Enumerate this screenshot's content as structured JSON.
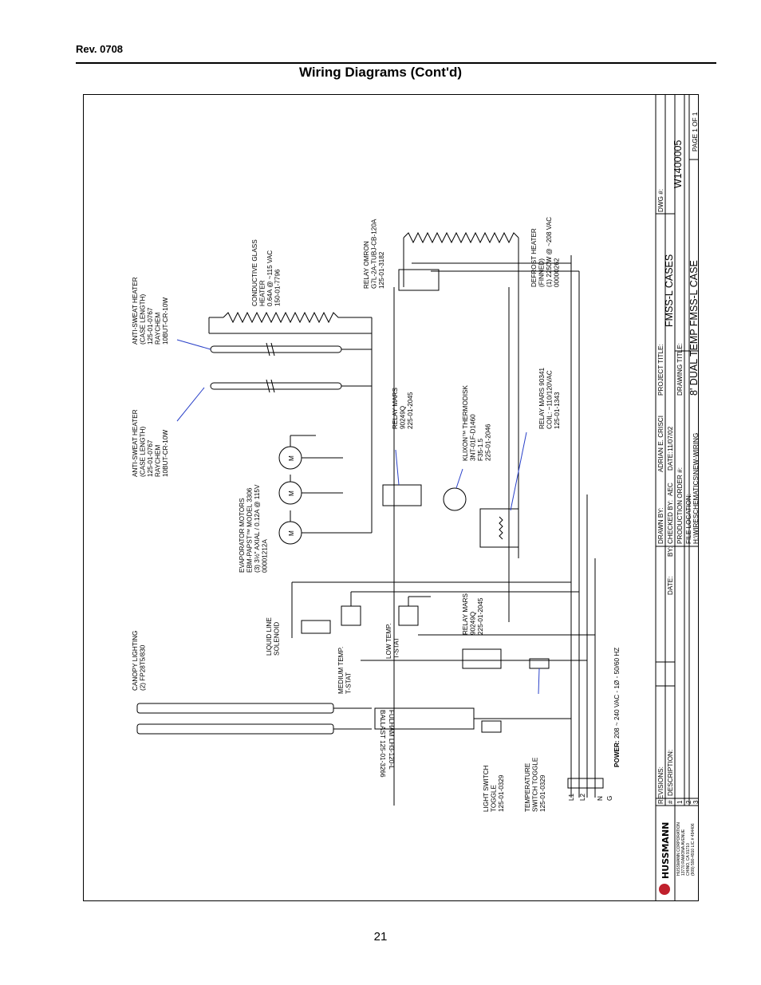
{
  "header": {
    "revision": "Rev. 0708",
    "title": "Wiring Diagrams (Cont'd)"
  },
  "footer": {
    "page_number": "21"
  },
  "diagram": {
    "anti_sweat_top": [
      "ANTI-SWEAT HEATER",
      "(CASE LENGTH)",
      "125-01-0767",
      "RAYCHEM",
      "10BUT-CR-10W"
    ],
    "anti_sweat_bottom": [
      "ANTI-SWEAT HEATER",
      "(CASE LENGTH)",
      "125-01-0767",
      "RAYCHEM",
      "10BUT-CR-10W"
    ],
    "conductive_glass": [
      "CONDUCTIVE GLASS",
      "HEATER",
      "0.64A @ ~115 VAC",
      "150-01-7796"
    ],
    "relay_omron": [
      "RELAY OMRON",
      "G7L-2A-TUBJ-CB-120A",
      "125-01-3182"
    ],
    "defrost_heater": [
      "DEFROST HEATER",
      "(FINNED)",
      "(1) 2250W @ ~208 VAC",
      "00000262"
    ],
    "relay_mars_1": [
      "RELAY MARS",
      "90249Q",
      "225-01-2045"
    ],
    "klixon": [
      "KLIXON™ THERMODISK",
      "3NT-01F-D1460",
      "F35-1.5",
      "225-01-2046"
    ],
    "relay_mars_2": [
      "RELAY MARS 90341",
      "COIL: ~110/120VAC",
      "125-01-1343"
    ],
    "evap_motors": [
      "EVAPORATOR MOTORS",
      "EBM-PAPST™ MODEL 3306",
      "(3) 3½\" AXIAL / 0.12A @ 115V",
      "00001212A"
    ],
    "motor_symbol": "M",
    "liquid_line": [
      "LIQUID LINE",
      "SOLENOID"
    ],
    "medium_temp": [
      "MEDIUM TEMP.",
      "T-STAT"
    ],
    "low_temp": [
      "LOW TEMP.",
      "T-STAT"
    ],
    "relay_mars_3": [
      "RELAY MARS",
      "90249Q",
      "225-01-2045"
    ],
    "canopy": [
      "CANOPY LIGHTING",
      "(2) FP28T5/830"
    ],
    "ballast": [
      "FULHAM LH3-120-L",
      "BALLAST 125-01-3266"
    ],
    "power_label": "POWER:",
    "power_value": "208 ~ 240 VAC - 1Ø - 50/60 HZ",
    "light_switch": [
      "LIGHT SWITCH",
      "TOGGLE",
      "125-01-0329"
    ],
    "temp_switch": [
      "TEMPERATURE",
      "SWITCH TOGGLE",
      "125-01-0329"
    ],
    "terminals": [
      "L1",
      "L2",
      "N",
      "G"
    ]
  },
  "title_block": {
    "company_name": "HUSSMANN",
    "company_lines": [
      "HUSSMANN CORPORATION",
      "13770 RAMONA AVENUE",
      "CHINO, CA 91710",
      "(909) 590-4910  LIC.# 494406"
    ],
    "revisions": "REVISIONS:",
    "col_num": "#",
    "col_desc": "DESCRIPTION:",
    "col_date": "DATE:",
    "col_by": "BY:",
    "rows": [
      "1",
      "2",
      "3"
    ],
    "drawn_by_label": "DRAWN BY:",
    "drawn_by": "ADRIAN E. CRISCI",
    "checked_by_label": "CHECKED BY:",
    "checked_by": "AEC",
    "date_label": "DATE:",
    "date": "11/07/02",
    "production_order": "PRODUCTION ORDER #:",
    "file_location_label": "FILE LOCATION:",
    "file_location": "H:\\WIRESCHEMATICS\\NEW-WIRING",
    "project_title_label": "PROJECT TITLE:",
    "project_title": "FMSS-L CASES",
    "drawing_title_label": "DRAWING TITLE:",
    "drawing_title": "8' DUAL TEMP FMSS-L CASE",
    "dwg_label": "DWG #:",
    "dwg_number": "W1400005",
    "page": "PAGE  1  OF  1"
  }
}
